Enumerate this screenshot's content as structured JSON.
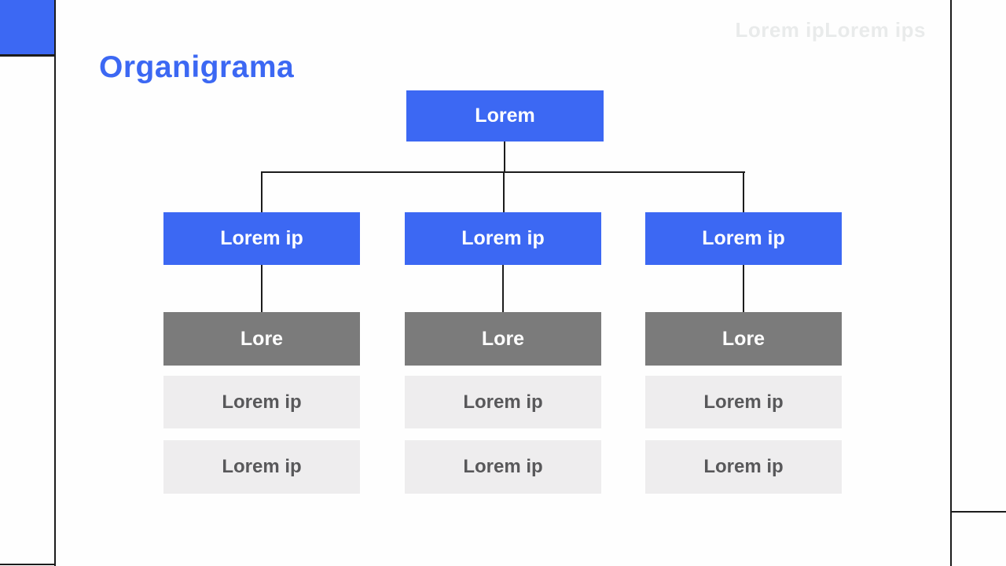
{
  "slide": {
    "title": "Organigrama",
    "watermark": "Lorem ipLorem ips"
  },
  "colors": {
    "accent": "#3c68f3",
    "gray": "#7b7b7b",
    "light": "#eeedee",
    "lightText": "#58585a",
    "line": "#1c1c1c",
    "watermark": "#e9ebeb"
  },
  "org_chart": {
    "root": "Lorem",
    "columns": [
      {
        "manager": "Lorem ip",
        "lead": "Lore",
        "members": [
          "Lorem ip",
          "Lorem ip"
        ]
      },
      {
        "manager": "Lorem ip",
        "lead": "Lore",
        "members": [
          "Lorem ip",
          "Lorem ip"
        ]
      },
      {
        "manager": "Lorem ip",
        "lead": "Lore",
        "members": [
          "Lorem ip",
          "Lorem ip"
        ]
      }
    ]
  }
}
